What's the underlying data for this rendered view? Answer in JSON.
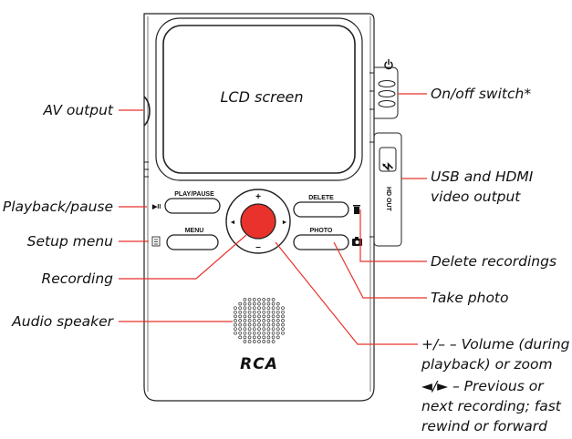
{
  "device": {
    "screen_label": "LCD screen",
    "brand": "RCA",
    "buttons": {
      "play_pause": "PLAY/PAUSE",
      "menu": "MENU",
      "delete": "DELETE",
      "photo": "PHOTO",
      "plus": "+",
      "minus": "–",
      "left": "◄",
      "right": "►",
      "play_pause_symbol": "▶II",
      "hd_out": "HD OUT"
    },
    "record_button_color": "#e8322b"
  },
  "callouts": {
    "left": [
      "AV output",
      "Playback/pause",
      "Setup menu",
      "Recording",
      "Audio speaker"
    ],
    "right": {
      "on_off": "On/off switch*",
      "usb_line1": "USB and HDMI",
      "usb_line2": "video output",
      "delete": "Delete recordings",
      "photo": "Take photo",
      "volume_line1": "+/– – Volume (during",
      "volume_line2": "playback) or zoom",
      "prev_line1": "◄/► – Previous or",
      "prev_line2": "next recording; fast",
      "prev_line3": "rewind or forward"
    }
  },
  "colors": {
    "leader_line": "#e8322b",
    "outline": "#222222"
  }
}
